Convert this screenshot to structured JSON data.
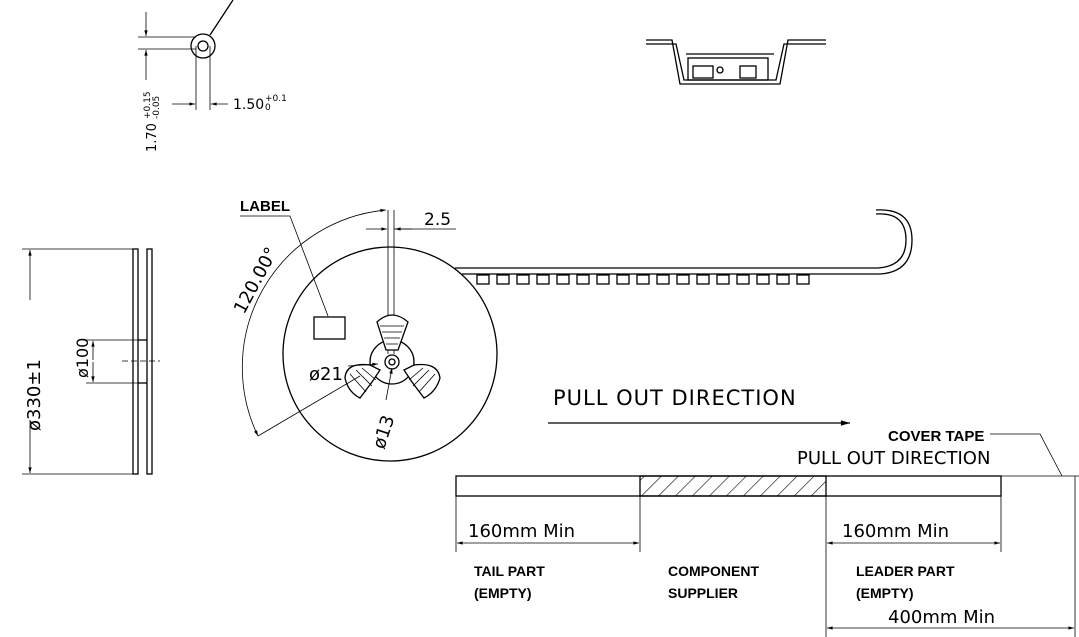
{
  "dimensions": {
    "pin_pitch": "1.70",
    "pin_pitch_tol_upper": "+0.15",
    "pin_pitch_tol_lower": "-0.05",
    "pin_width": "1.50",
    "pin_width_tol_upper": "+0.1",
    "pin_width_tol_lower": "0",
    "reel_diameter": "ø330±1",
    "hub_diameter": "ø100",
    "angle": "120.00°",
    "slot_width": "2.5",
    "arbor_diameter": "ø21",
    "center_hole": "ø13"
  },
  "labels": {
    "label": "LABEL",
    "pull_out_direction": "PULL OUT DIRECTION",
    "cover_tape": "COVER TAPE",
    "cover_tape_pull": "PULL OUT DIRECTION",
    "tail_length": "160mm Min",
    "leader_length": "160mm Min",
    "total_length": "400mm Min",
    "tail_part_line1": "TAIL PART",
    "tail_part_line2": "(EMPTY)",
    "component_line1": "COMPONENT",
    "component_line2": "SUPPLIER",
    "leader_part_line1": "LEADER PART",
    "leader_part_line2": "(EMPTY)"
  }
}
